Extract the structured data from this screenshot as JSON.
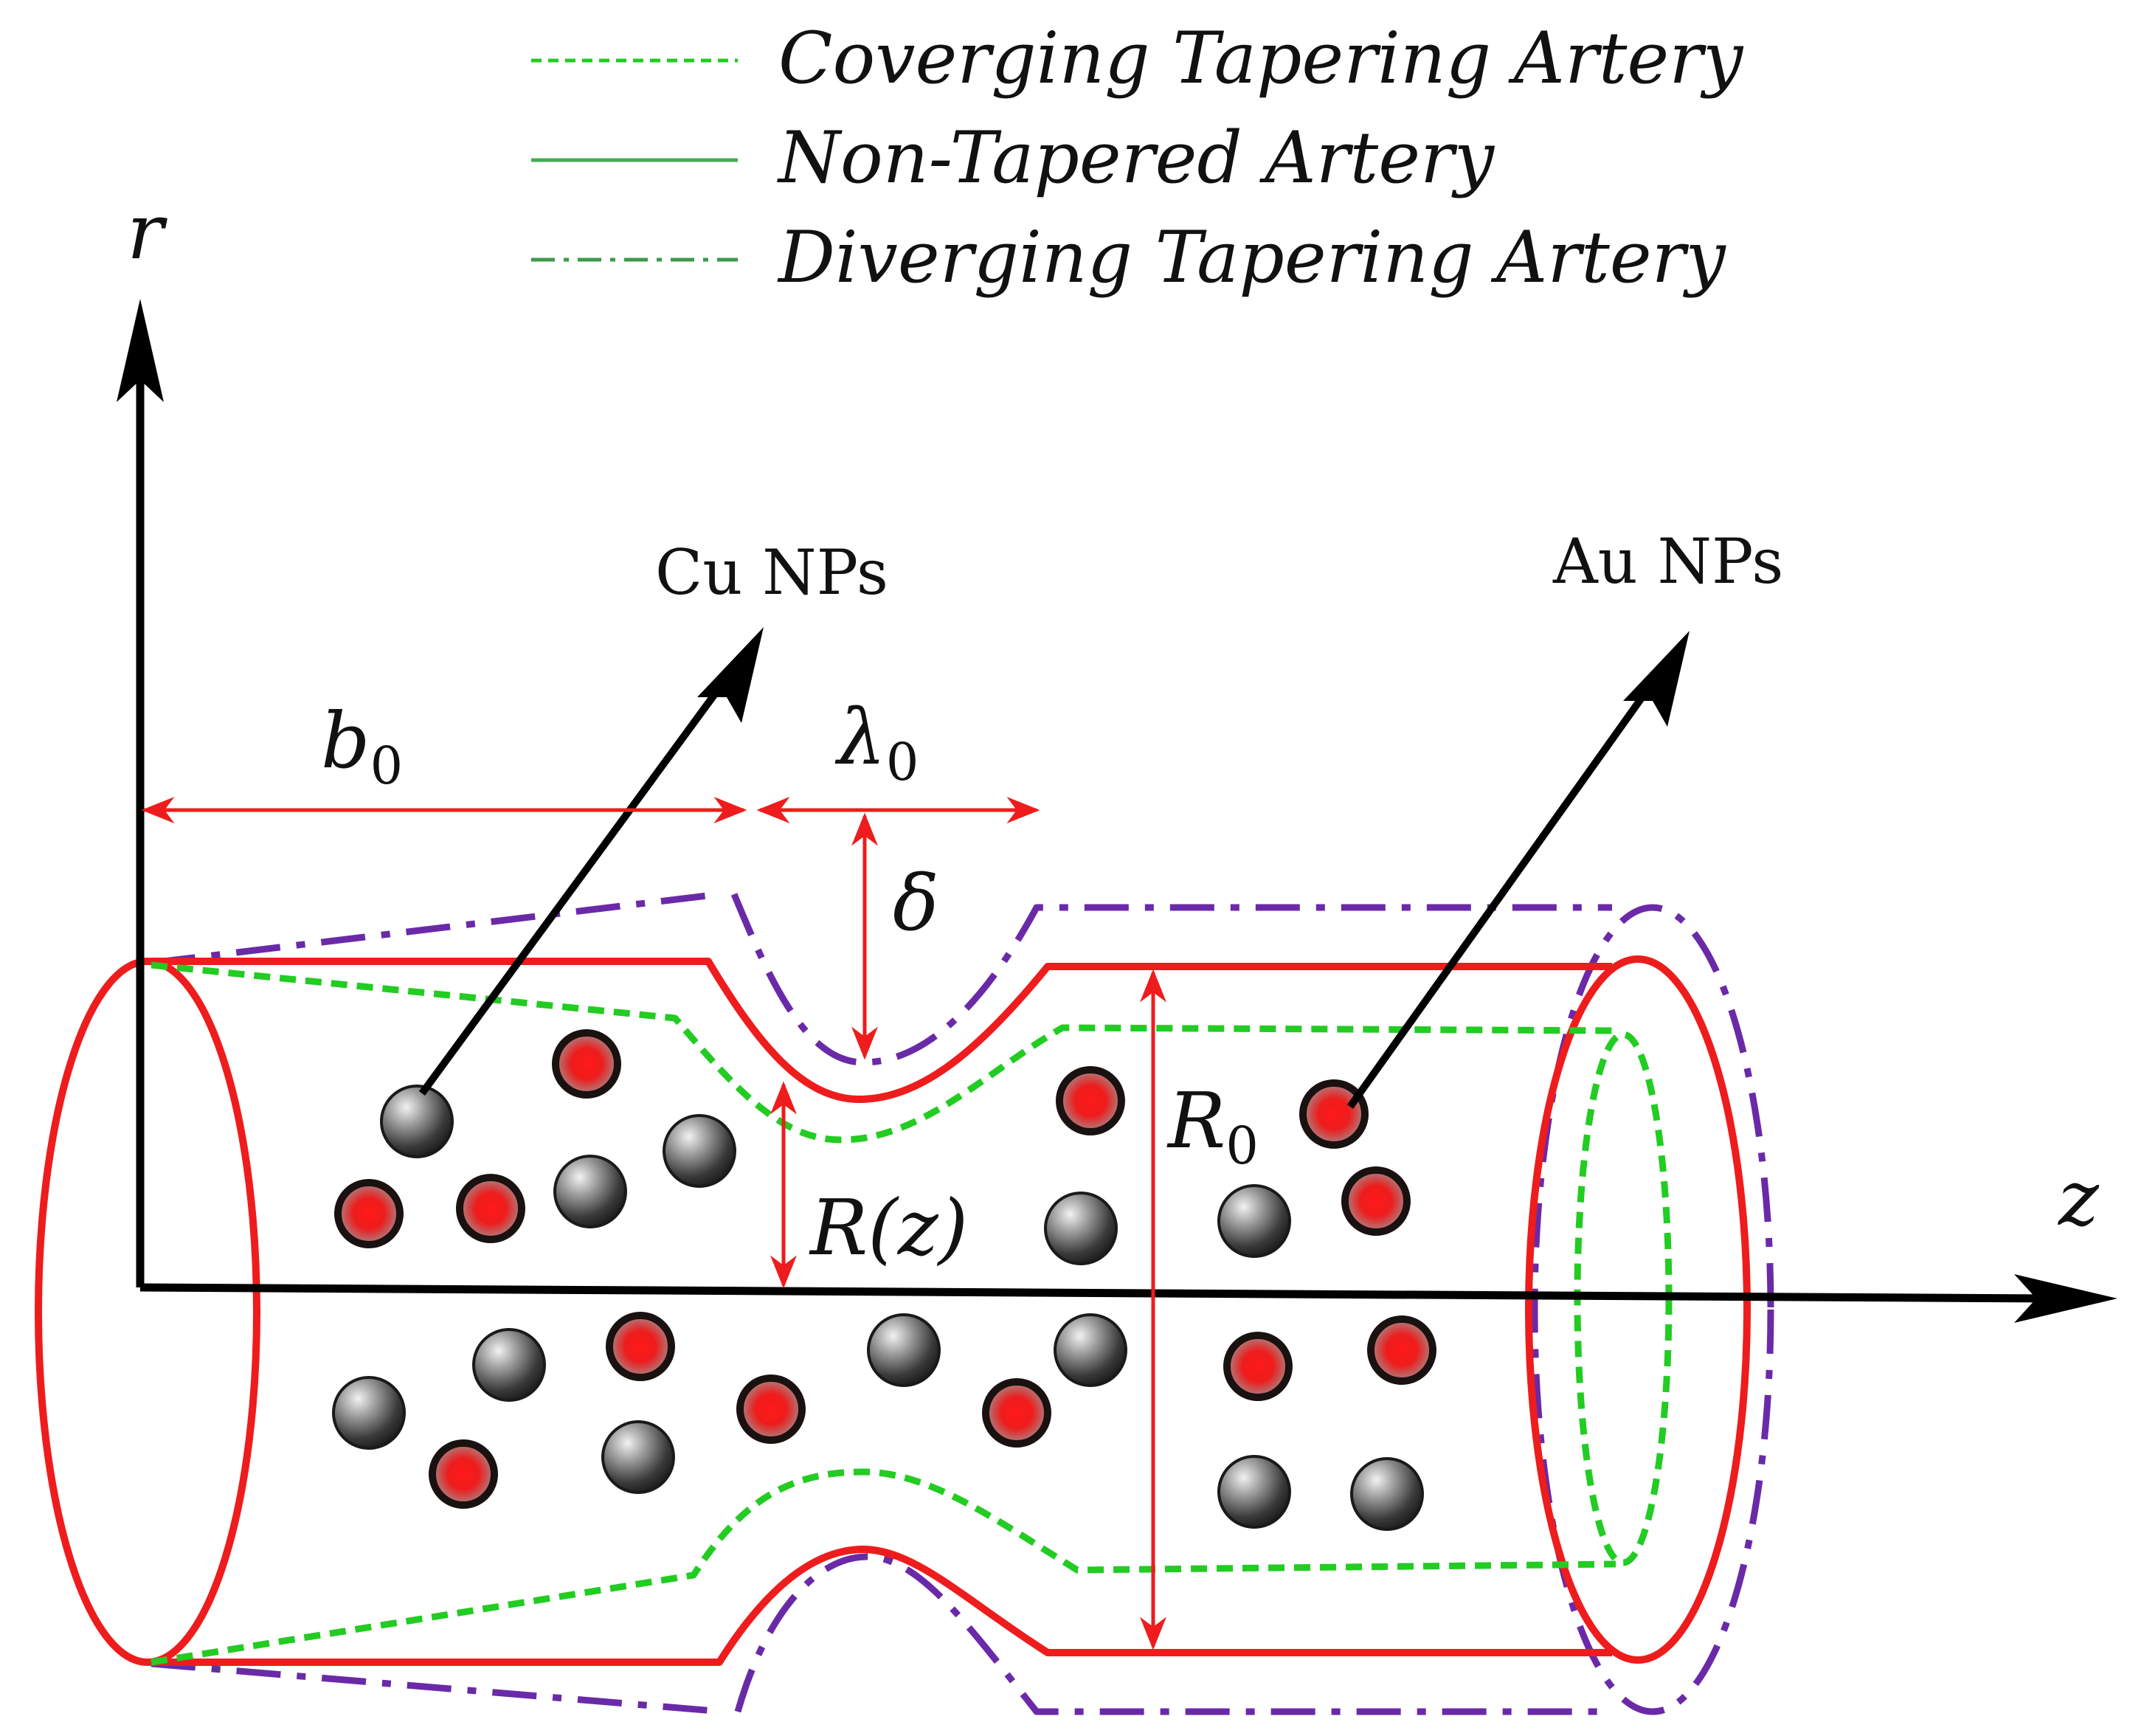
{
  "legend": [
    {
      "label": "Coverging Tapering Artery",
      "style": "dashed",
      "color": "#22cc22"
    },
    {
      "label": "Non-Tapered Artery",
      "style": "solid",
      "color": "#44aa55"
    },
    {
      "label": "Diverging Tapering Artery",
      "style": "dash-dot",
      "color": "#3d9a4a"
    }
  ],
  "axes": {
    "vertical": "r",
    "horizontal": "z"
  },
  "labels": {
    "cu_nps": "Cu NPs",
    "au_nps": "Au NPs",
    "b0_main": "b",
    "b0_sub": "0",
    "lambda0_main": "λ",
    "lambda0_sub": "0",
    "delta": "δ",
    "r0_main": "R",
    "r0_sub": "0",
    "rz": "R(z)"
  },
  "colors": {
    "non_tapered": "#ee1c1c",
    "converging": "#22cc22",
    "diverging": "#6a2aa8",
    "dimension": "#ee1c1c",
    "axis": "#000000",
    "particle_gray": "#555555",
    "particle_red": "#ee1c1c"
  }
}
